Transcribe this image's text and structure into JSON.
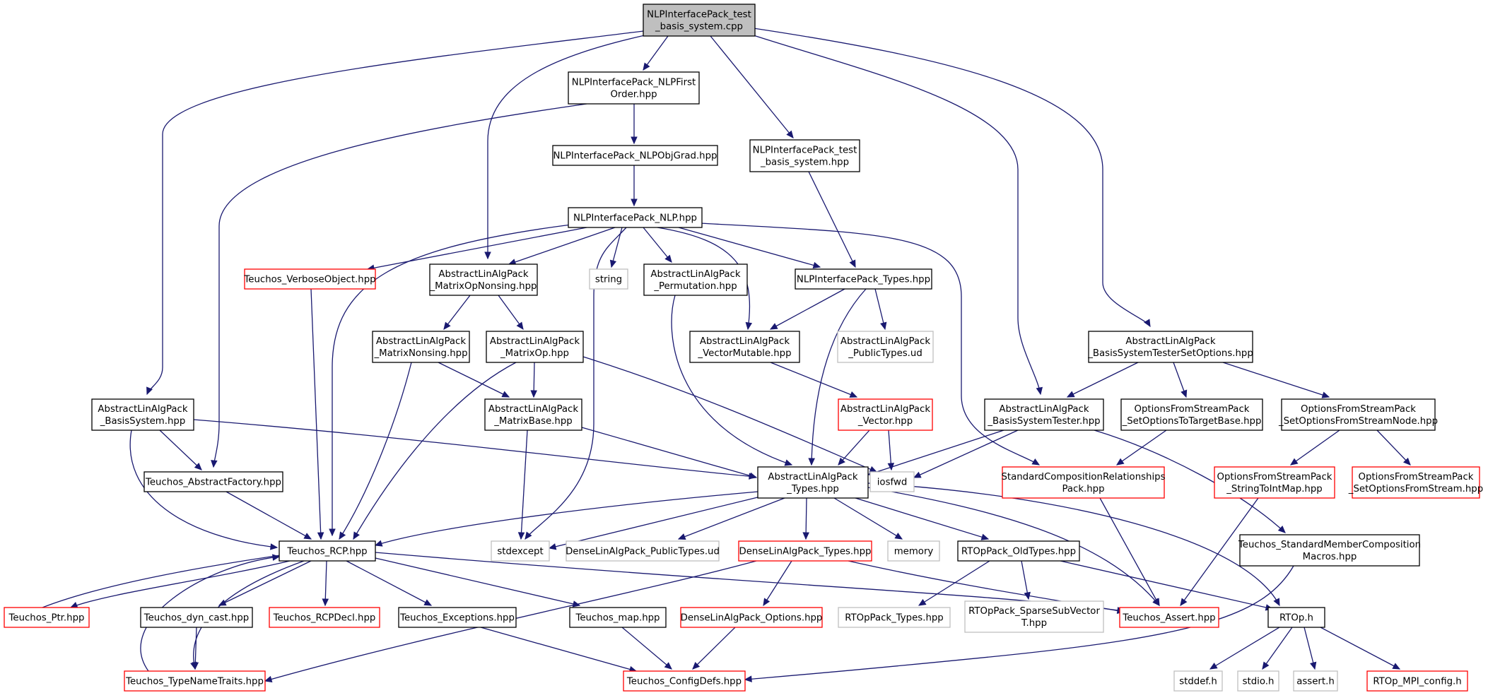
{
  "colors": {
    "background": "#ffffff",
    "edge": "#191970",
    "root_fill": "#bfbfbf",
    "normal_border": "#000000",
    "truncated_border": "#ff0000",
    "external_border": "#bfbfbf"
  },
  "nodes": [
    {
      "id": "root",
      "lines": [
        "NLPInterfacePack_test",
        "_basis_system.cpp"
      ],
      "style": "root"
    },
    {
      "id": "nlpfirst",
      "lines": [
        "NLPInterfacePack_NLPFirst",
        "Order.hpp"
      ],
      "style": "normal"
    },
    {
      "id": "test_hpp",
      "lines": [
        "NLPInterfacePack_test",
        "_basis_system.hpp"
      ],
      "style": "normal"
    },
    {
      "id": "nlpobjgrad",
      "lines": [
        "NLPInterfacePack_NLPObjGrad.hpp"
      ],
      "style": "normal"
    },
    {
      "id": "nlp",
      "lines": [
        "NLPInterfacePack_NLP.hpp"
      ],
      "style": "normal"
    },
    {
      "id": "verbose",
      "lines": [
        "Teuchos_VerboseObject.hpp"
      ],
      "style": "truncated"
    },
    {
      "id": "matopnonsing",
      "lines": [
        "AbstractLinAlgPack",
        "_MatrixOpNonsing.hpp"
      ],
      "style": "normal"
    },
    {
      "id": "string",
      "lines": [
        "string"
      ],
      "style": "external"
    },
    {
      "id": "permutation",
      "lines": [
        "AbstractLinAlgPack",
        "_Permutation.hpp"
      ],
      "style": "normal"
    },
    {
      "id": "nlptypes",
      "lines": [
        "NLPInterfacePack_Types.hpp"
      ],
      "style": "normal"
    },
    {
      "id": "matnonsing",
      "lines": [
        "AbstractLinAlgPack",
        "_MatrixNonsing.hpp"
      ],
      "style": "normal"
    },
    {
      "id": "matop",
      "lines": [
        "AbstractLinAlgPack",
        "_MatrixOp.hpp"
      ],
      "style": "normal"
    },
    {
      "id": "vecmut",
      "lines": [
        "AbstractLinAlgPack",
        "_VectorMutable.hpp"
      ],
      "style": "normal"
    },
    {
      "id": "pubtypes",
      "lines": [
        "AbstractLinAlgPack",
        "_PublicTypes.ud"
      ],
      "style": "external"
    },
    {
      "id": "bstso",
      "lines": [
        "AbstractLinAlgPack",
        "_BasisSystemTesterSetOptions.hpp"
      ],
      "style": "normal"
    },
    {
      "id": "basissystem",
      "lines": [
        "AbstractLinAlgPack",
        "_BasisSystem.hpp"
      ],
      "style": "normal"
    },
    {
      "id": "matbase",
      "lines": [
        "AbstractLinAlgPack",
        "_MatrixBase.hpp"
      ],
      "style": "normal"
    },
    {
      "id": "vector",
      "lines": [
        "AbstractLinAlgPack",
        "_Vector.hpp"
      ],
      "style": "truncated"
    },
    {
      "id": "bst",
      "lines": [
        "AbstractLinAlgPack",
        "_BasisSystemTester.hpp"
      ],
      "style": "normal"
    },
    {
      "id": "ofs_target",
      "lines": [
        "OptionsFromStreamPack",
        "_SetOptionsToTargetBase.hpp"
      ],
      "style": "normal"
    },
    {
      "id": "ofs_node",
      "lines": [
        "OptionsFromStreamPack",
        "_SetOptionsFromStreamNode.hpp"
      ],
      "style": "normal"
    },
    {
      "id": "absfactory",
      "lines": [
        "Teuchos_AbstractFactory.hpp"
      ],
      "style": "normal"
    },
    {
      "id": "altypes",
      "lines": [
        "AbstractLinAlgPack",
        "_Types.hpp"
      ],
      "style": "normal"
    },
    {
      "id": "iosfwd",
      "lines": [
        "iosfwd"
      ],
      "style": "external"
    },
    {
      "id": "scrp",
      "lines": [
        "StandardCompositionRelationships",
        "Pack.hpp"
      ],
      "style": "truncated"
    },
    {
      "id": "ofs_strtoint",
      "lines": [
        "OptionsFromStreamPack",
        "_StringToIntMap.hpp"
      ],
      "style": "truncated"
    },
    {
      "id": "ofs_setopts",
      "lines": [
        "OptionsFromStreamPack",
        "_SetOptionsFromStream.hpp"
      ],
      "style": "truncated"
    },
    {
      "id": "rcp",
      "lines": [
        "Teuchos_RCP.hpp"
      ],
      "style": "normal"
    },
    {
      "id": "stdexcept",
      "lines": [
        "stdexcept"
      ],
      "style": "external"
    },
    {
      "id": "dlapub",
      "lines": [
        "DenseLinAlgPack_PublicTypes.ud"
      ],
      "style": "external"
    },
    {
      "id": "dlatypes",
      "lines": [
        "DenseLinAlgPack_Types.hpp"
      ],
      "style": "truncated"
    },
    {
      "id": "memory",
      "lines": [
        "memory"
      ],
      "style": "external"
    },
    {
      "id": "rtop_old",
      "lines": [
        "RTOpPack_OldTypes.hpp"
      ],
      "style": "normal"
    },
    {
      "id": "smcm",
      "lines": [
        "Teuchos_StandardMemberComposition",
        "Macros.hpp"
      ],
      "style": "normal"
    },
    {
      "id": "ptr",
      "lines": [
        "Teuchos_Ptr.hpp"
      ],
      "style": "truncated"
    },
    {
      "id": "dyncast",
      "lines": [
        "Teuchos_dyn_cast.hpp"
      ],
      "style": "normal"
    },
    {
      "id": "rcpdecl",
      "lines": [
        "Teuchos_RCPDecl.hpp"
      ],
      "style": "truncated"
    },
    {
      "id": "exceptions",
      "lines": [
        "Teuchos_Exceptions.hpp"
      ],
      "style": "normal"
    },
    {
      "id": "map",
      "lines": [
        "Teuchos_map.hpp"
      ],
      "style": "normal"
    },
    {
      "id": "dlaopts",
      "lines": [
        "DenseLinAlgPack_Options.hpp"
      ],
      "style": "truncated"
    },
    {
      "id": "rtop_types",
      "lines": [
        "RTOpPack_Types.hpp"
      ],
      "style": "external"
    },
    {
      "id": "rtop_ssv",
      "lines": [
        "RTOpPack_SparseSubVector",
        "T.hpp"
      ],
      "style": "external"
    },
    {
      "id": "assert",
      "lines": [
        "Teuchos_Assert.hpp"
      ],
      "style": "truncated"
    },
    {
      "id": "rtoph",
      "lines": [
        "RTOp.h"
      ],
      "style": "normal"
    },
    {
      "id": "typenametraits",
      "lines": [
        "Teuchos_TypeNameTraits.hpp"
      ],
      "style": "truncated"
    },
    {
      "id": "configdefs",
      "lines": [
        "Teuchos_ConfigDefs.hpp"
      ],
      "style": "truncated"
    },
    {
      "id": "stddef",
      "lines": [
        "stddef.h"
      ],
      "style": "external"
    },
    {
      "id": "stdio",
      "lines": [
        "stdio.h"
      ],
      "style": "external"
    },
    {
      "id": "asserth",
      "lines": [
        "assert.h"
      ],
      "style": "external"
    },
    {
      "id": "mpiconfig",
      "lines": [
        "RTOp_MPI_config.h"
      ],
      "style": "truncated"
    }
  ]
}
